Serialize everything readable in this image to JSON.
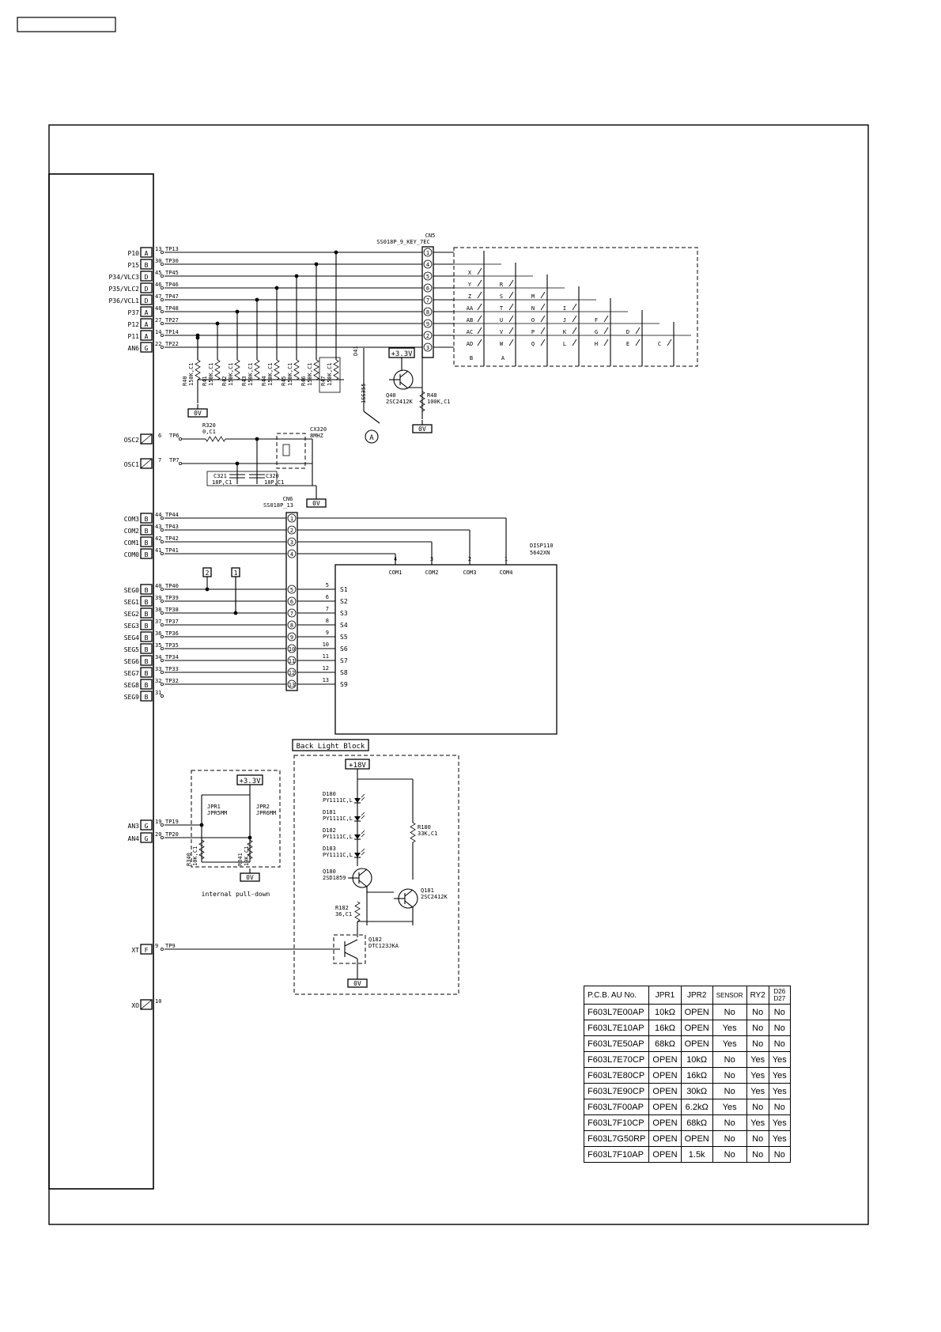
{
  "header_box_text": "",
  "mcu_pins": [
    {
      "name": "P10",
      "t": "A",
      "pin": "13",
      "tp": "TP13"
    },
    {
      "name": "P15",
      "t": "B",
      "pin": "30",
      "tp": "TP30"
    },
    {
      "name": "P34/VLC3",
      "t": "D",
      "pin": "45",
      "tp": "TP45"
    },
    {
      "name": "P35/VLC2",
      "t": "D",
      "pin": "46",
      "tp": "TP46"
    },
    {
      "name": "P36/VCL1",
      "t": "D",
      "pin": "47",
      "tp": "TP47"
    },
    {
      "name": "P37",
      "t": "A",
      "pin": "48",
      "tp": "TP48"
    },
    {
      "name": "P12",
      "t": "A",
      "pin": "27",
      "tp": "TP27"
    },
    {
      "name": "P11",
      "t": "A",
      "pin": "14",
      "tp": "TP14"
    },
    {
      "name": "AN6",
      "t": "G",
      "pin": "22",
      "tp": "TP22"
    }
  ],
  "cn5": {
    "ref": "CN5",
    "part": "SS018P_9_KEY_7EC",
    "pins": [
      "1",
      "4",
      "5",
      "6",
      "7",
      "8",
      "9",
      "2",
      "3"
    ]
  },
  "keys": {
    "rows": [
      [
        "X"
      ],
      [
        "Y",
        "R"
      ],
      [
        "Z",
        "S",
        "M"
      ],
      [
        "AA",
        "T",
        "N",
        "I"
      ],
      [
        "AB",
        "U",
        "O",
        "J",
        "F"
      ],
      [
        "AC",
        "V",
        "P",
        "K",
        "G",
        "D"
      ],
      [
        "AD",
        "W",
        "Q",
        "L",
        "H",
        "E",
        "C"
      ]
    ],
    "bottom": [
      "B",
      "A"
    ]
  },
  "resistors_top": [
    {
      "ref": "R40",
      "val": "150K,C1"
    },
    {
      "ref": "R41",
      "val": "150K,C1"
    },
    {
      "ref": "R42",
      "val": "150K,C1"
    },
    {
      "ref": "R43",
      "val": "150K,C1"
    },
    {
      "ref": "R44",
      "val": "150K,C1"
    },
    {
      "ref": "R45",
      "val": "150K,C1"
    },
    {
      "ref": "R46",
      "val": "150K,C1"
    },
    {
      "ref": "R47",
      "val": "150K,C1"
    }
  ],
  "d41": {
    "ref": "D41",
    "part": "1SS355"
  },
  "q40": {
    "ref": "Q40",
    "part": "2SC2412K"
  },
  "r48": {
    "ref": "R48",
    "val": "100K,C1"
  },
  "supply_3v3": "+3.3V",
  "ground_0v": "0V",
  "marker_a": "A",
  "osc": {
    "osc2": "OSC2",
    "osc1": "OSC1",
    "pin6": "6",
    "pin7": "7",
    "tp6": "TP6",
    "tp7": "TP7",
    "r320": "R320",
    "r320_val": "0,C1",
    "cx320": "CX320",
    "cx320_val": "8MHZ",
    "c321": "C321",
    "c321_val": "18P,C1",
    "c320": "C320",
    "c320_val": "18P,C1"
  },
  "cn6": {
    "ref": "CN6",
    "part": "SS018P_13"
  },
  "com_pins": [
    {
      "name": "COM3",
      "t": "B",
      "pin": "44",
      "tp": "TP44",
      "cn": "1"
    },
    {
      "name": "COM2",
      "t": "B",
      "pin": "43",
      "tp": "TP43",
      "cn": "2"
    },
    {
      "name": "COM1",
      "t": "B",
      "pin": "42",
      "tp": "TP42",
      "cn": "3"
    },
    {
      "name": "COM0",
      "t": "B",
      "pin": "41",
      "tp": "TP41",
      "cn": "4"
    }
  ],
  "seg_pins": [
    {
      "name": "SEG0",
      "t": "B",
      "pin": "40",
      "tp": "TP40",
      "cn": "5",
      "lcd_pin": "5",
      "lcd_s": "S1"
    },
    {
      "name": "SEG1",
      "t": "B",
      "pin": "39",
      "tp": "TP39",
      "cn": "6",
      "lcd_pin": "6",
      "lcd_s": "S2"
    },
    {
      "name": "SEG2",
      "t": "B",
      "pin": "38",
      "tp": "TP38",
      "cn": "7",
      "lcd_pin": "7",
      "lcd_s": "S3"
    },
    {
      "name": "SEG3",
      "t": "B",
      "pin": "37",
      "tp": "TP37",
      "cn": "8",
      "lcd_pin": "8",
      "lcd_s": "S4"
    },
    {
      "name": "SEG4",
      "t": "B",
      "pin": "36",
      "tp": "TP36",
      "cn": "9",
      "lcd_pin": "9",
      "lcd_s": "S5"
    },
    {
      "name": "SEG5",
      "t": "B",
      "pin": "35",
      "tp": "TP35",
      "cn": "10",
      "lcd_pin": "10",
      "lcd_s": "S6"
    },
    {
      "name": "SEG6",
      "t": "B",
      "pin": "34",
      "tp": "TP34",
      "cn": "11",
      "lcd_pin": "11",
      "lcd_s": "S7"
    },
    {
      "name": "SEG7",
      "t": "B",
      "pin": "33",
      "tp": "TP33",
      "cn": "12",
      "lcd_pin": "12",
      "lcd_s": "S8"
    },
    {
      "name": "SEG8",
      "t": "B",
      "pin": "32",
      "tp": "TP32",
      "cn": "13",
      "lcd_pin": "13",
      "lcd_s": "S9"
    },
    {
      "name": "SEG9",
      "t": "B",
      "pin": "31",
      "tp": "",
      "cn": "",
      "lcd_pin": "",
      "lcd_s": ""
    }
  ],
  "flags": [
    "2",
    "1"
  ],
  "lcd": {
    "ref": "DISP110",
    "part": "5642XN",
    "coms": [
      {
        "label": "COM1",
        "pin": "4"
      },
      {
        "label": "COM2",
        "pin": "3"
      },
      {
        "label": "COM3",
        "pin": "2"
      },
      {
        "label": "COM4",
        "pin": "1"
      }
    ]
  },
  "backlight": {
    "title": "Back Light Block",
    "supply": "+18V",
    "leds": [
      {
        "ref": "D180",
        "part": "PY1111C,L"
      },
      {
        "ref": "D181",
        "part": "PY1111C,L"
      },
      {
        "ref": "D182",
        "part": "PY1111C,L"
      },
      {
        "ref": "D183",
        "part": "PY1111C,L"
      }
    ],
    "r180": {
      "ref": "R180",
      "val": "33K,C1"
    },
    "q180": {
      "ref": "Q180",
      "part": "2SD1859"
    },
    "q181": {
      "ref": "Q181",
      "part": "2SC2412K"
    },
    "r182": {
      "ref": "R182",
      "val": "36,C1"
    },
    "q182": {
      "ref": "Q182",
      "part": "DTC123JKA"
    }
  },
  "pulldown": {
    "caption": "internal pull-down",
    "an3": {
      "name": "AN3",
      "t": "G",
      "pin": "19",
      "tp": "TP19"
    },
    "an4": {
      "name": "AN4",
      "t": "G",
      "pin": "20",
      "tp": "TP20"
    },
    "jpr1": {
      "ref": "JPR1",
      "part": "JPR5MM"
    },
    "jpr2": {
      "ref": "JPR2",
      "part": "JPR6MM"
    },
    "r340": {
      "ref": "R340",
      "val": "10K,C1"
    },
    "r341": {
      "ref": "R341",
      "val": "10K,C1"
    }
  },
  "xt": {
    "name": "XT",
    "t": "F",
    "pin": "9",
    "tp": "TP9"
  },
  "xo": {
    "name": "XO",
    "pin": "10"
  },
  "table": {
    "headers": [
      "P.C.B. AU No.",
      "JPR1",
      "JPR2",
      "SENSOR",
      "RY2",
      "D26\nD27"
    ],
    "rows": [
      [
        "F603L7E00AP",
        "10kΩ",
        "OPEN",
        "No",
        "No",
        "No"
      ],
      [
        "F603L7E10AP",
        "16kΩ",
        "OPEN",
        "Yes",
        "No",
        "No"
      ],
      [
        "F603L7E50AP",
        "68kΩ",
        "OPEN",
        "Yes",
        "No",
        "No"
      ],
      [
        "F603L7E70CP",
        "OPEN",
        "10kΩ",
        "No",
        "Yes",
        "Yes"
      ],
      [
        "F603L7E80CP",
        "OPEN",
        "16kΩ",
        "No",
        "Yes",
        "Yes"
      ],
      [
        "F603L7E90CP",
        "OPEN",
        "30kΩ",
        "No",
        "Yes",
        "Yes"
      ],
      [
        "F603L7F00AP",
        "OPEN",
        "6.2kΩ",
        "Yes",
        "No",
        "No"
      ],
      [
        "F603L7F10CP",
        "OPEN",
        "68kΩ",
        "No",
        "Yes",
        "Yes"
      ],
      [
        "F603L7G50RP",
        "OPEN",
        "OPEN",
        "No",
        "No",
        "Yes"
      ],
      [
        "F603L7F10AP",
        "OPEN",
        "1.5k",
        "No",
        "No",
        "No"
      ]
    ]
  }
}
